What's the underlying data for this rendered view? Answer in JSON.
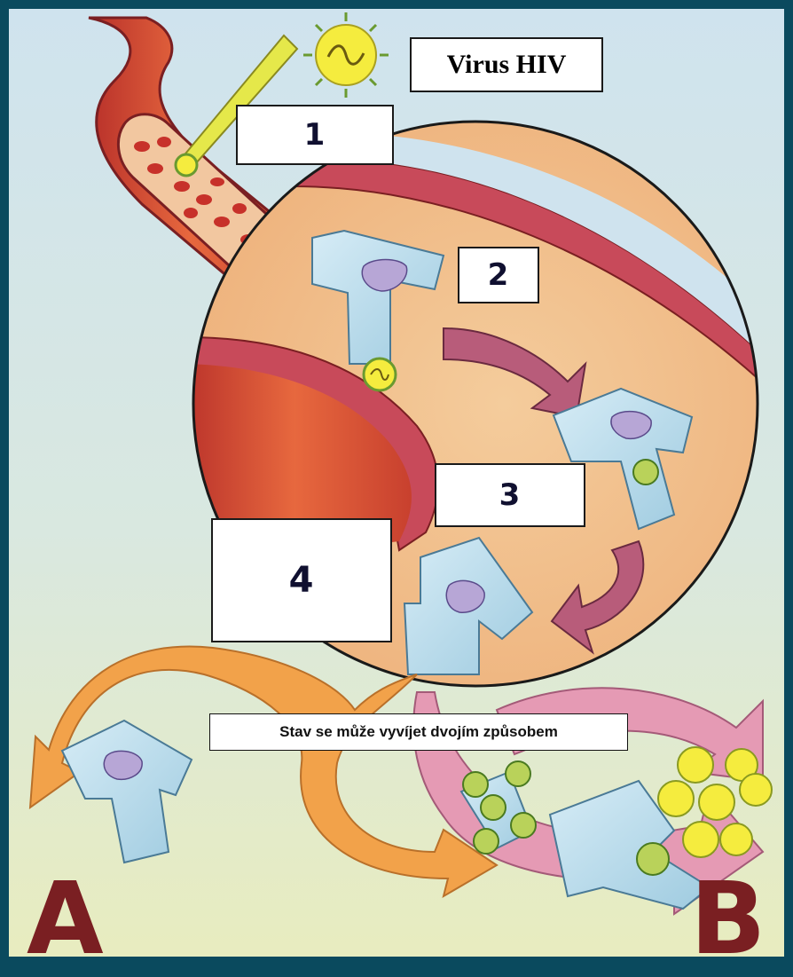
{
  "title": "Virus HIV",
  "steps": [
    "1",
    "2",
    "3",
    "4"
  ],
  "caption": "Stav se může vyvíjet dvojím způsobem",
  "outcomes": [
    "A",
    "B"
  ],
  "colors": {
    "frame": "#0a4a5e",
    "background_top": "#cfe3ee",
    "background_bottom": "#e4ecc4",
    "blood_vessel": "#d9532e",
    "circle_fill": "#f1bf8c",
    "virus": "#f2e83a",
    "arrow_pink": "#b85c7a",
    "arrow_orange": "#f2a24a",
    "receptor": "#b9dcec",
    "letters": "#7a1f22"
  }
}
